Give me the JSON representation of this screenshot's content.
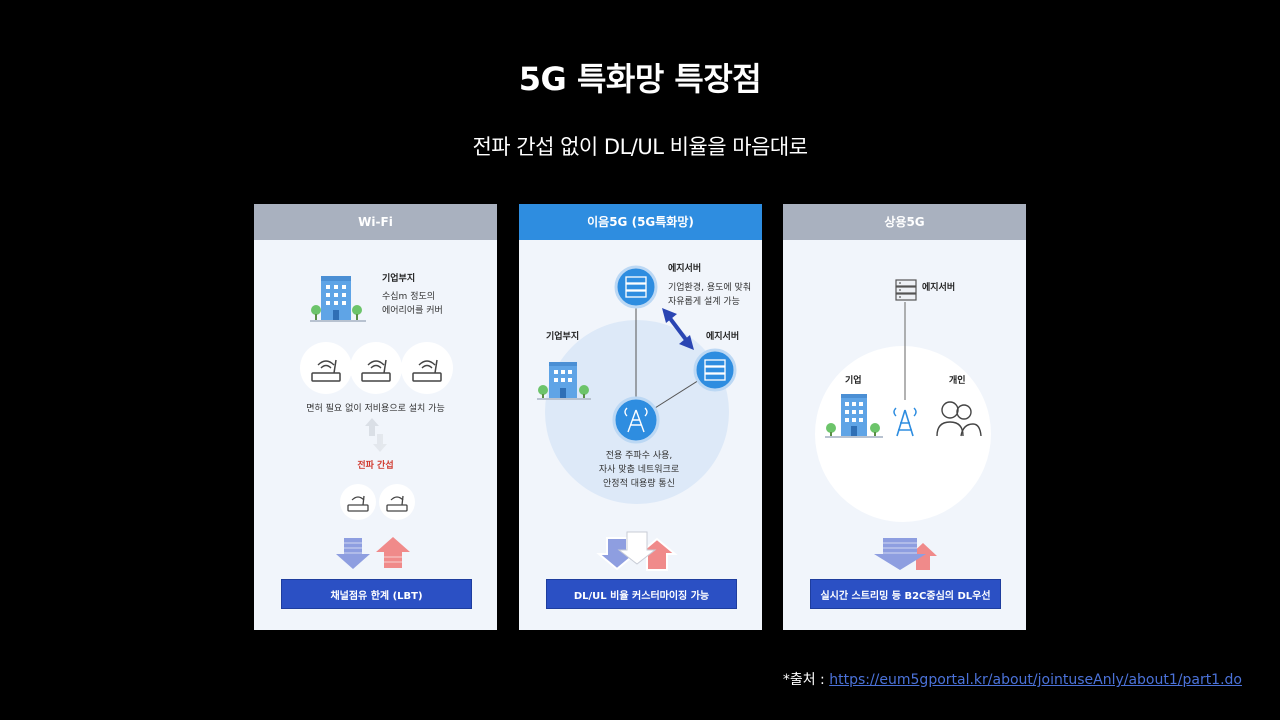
{
  "title": "5G 특화망 특장점",
  "subtitle": "전파 간섭 없이 DL/UL 비율을 마음대로",
  "panels": [
    {
      "header": "Wi-Fi",
      "site_label": "기업부지",
      "site_desc_1": "수십m 정도의",
      "site_desc_2": "에어리어를 커버",
      "install_note": "면허 필요 없이 저비용으로 설치 가능",
      "interference": "전파 간섭",
      "footer": "채널점유 한계 (LBT)"
    },
    {
      "header": "이음5G (5G특화망)",
      "edge_server_1": "에지서버",
      "edge_desc_1": "기업환경, 용도에 맞춰",
      "edge_desc_2": "자유롭게 설계 가능",
      "edge_server_2": "에지서버",
      "site_label": "기업부지",
      "freq_desc_1": "전용 주파수 사용,",
      "freq_desc_2": "자사 맞춤 네트워크로",
      "freq_desc_3": "안정적 대용량 통신",
      "footer": "DL/UL 비율 커스터마이징 가능"
    },
    {
      "header": "상용5G",
      "edge_server": "에지서버",
      "enterprise": "기업",
      "individual": "개인",
      "footer": "실시간 스트리밍 등 B2C중심의 DL우선"
    }
  ],
  "source": {
    "prefix": "*출처 : ",
    "url": "https://eum5gportal.kr/about/jointuseAnly/about1/part1.do"
  },
  "colors": {
    "background": "#000000",
    "panel_bg": "#f1f5fb",
    "header_grey": "#a9b1bf",
    "header_blue": "#2e8de0",
    "button_blue": "#2b50c4",
    "icon_blue": "#2e8de0",
    "down_arrow": "#8e9ee0",
    "up_arrow": "#f08a8a",
    "interference_red": "#d0392e"
  }
}
